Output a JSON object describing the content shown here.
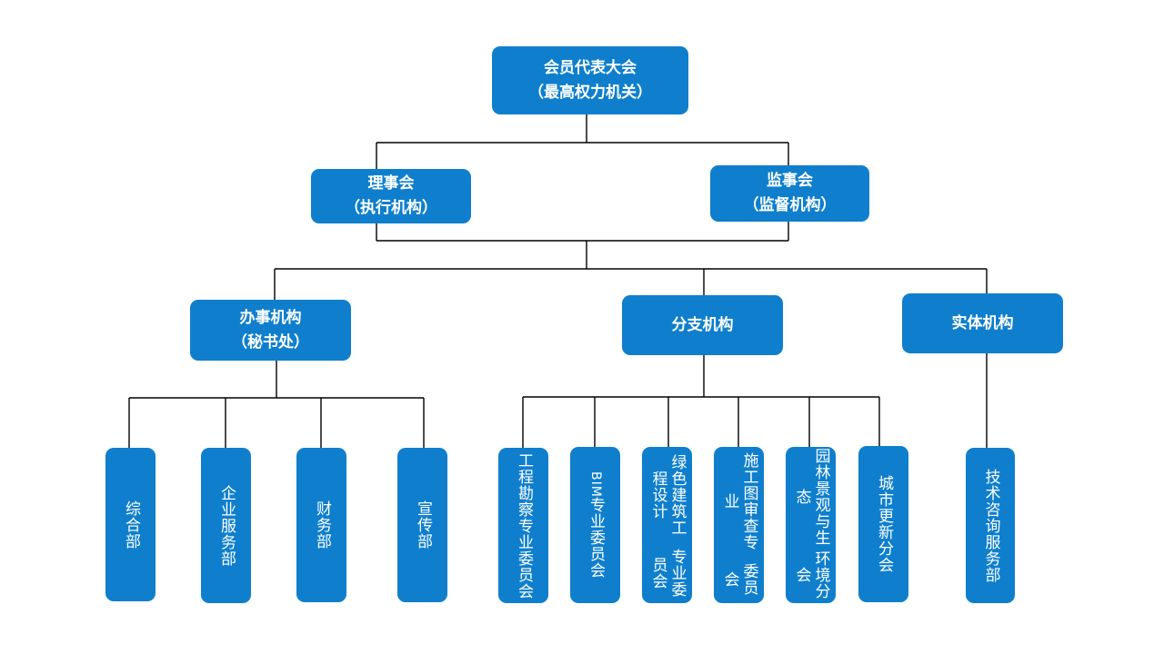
{
  "root": {
    "line1": "会员代表大会",
    "line2": "（最高权力机关）"
  },
  "council": {
    "line1": "理事会",
    "line2": "（执行机构）"
  },
  "supervisors": {
    "line1": "监事会",
    "line2": "（监督机构）"
  },
  "office": {
    "line1": "办事机构",
    "line2": "（秘书处）"
  },
  "branch": {
    "line1": "分支机构"
  },
  "entity": {
    "line1": "实体机构"
  },
  "office_depts": [
    "综合部",
    "企业服务部",
    "财务部",
    "宣传部"
  ],
  "branch_units": [
    {
      "col1": "工程勘察专业",
      "col2": "委员会"
    },
    {
      "col1": "BIM",
      "col2": "专业委员会"
    },
    {
      "col1": "绿色建筑工程设计",
      "col2": "专业委员会"
    },
    {
      "col1": "施工图审查专业",
      "col2": "委员会"
    },
    {
      "col1": "园林景观与生态",
      "col2": "环境分会"
    },
    {
      "col1": "城市更新分会"
    }
  ],
  "entity_units": [
    "技术咨询服务部"
  ],
  "colors": {
    "box": "#0f7fcd",
    "line": "#000000",
    "text": "#ffffff"
  }
}
